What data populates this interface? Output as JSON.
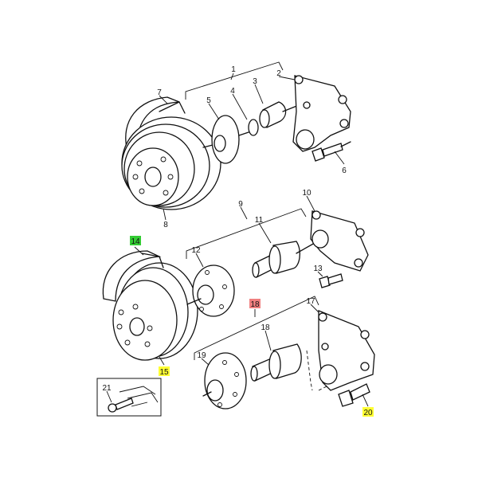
{
  "diagram": {
    "title": "Water pump pulley assembly",
    "labels": {
      "l1": "1",
      "l2": "2",
      "l3": "3",
      "l4": "4",
      "l5": "5",
      "l6": "6",
      "l7": "7",
      "l8": "8",
      "l9": "9",
      "l10": "10",
      "l11": "11",
      "l12": "12",
      "l13": "13",
      "l14": "14",
      "l15": "15",
      "l17": "17",
      "l18a": "18",
      "l18b": "18",
      "l19": "19",
      "l20": "20",
      "l21": "21"
    },
    "highlight_colors": {
      "green": "#33cc33",
      "red": "#f08080",
      "yellow": "#ffff33"
    }
  }
}
